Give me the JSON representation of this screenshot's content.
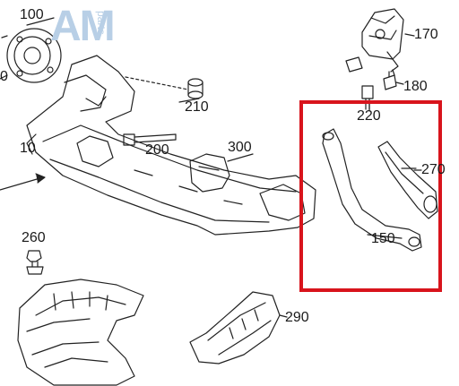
{
  "watermark": {
    "letters": "AM",
    "sub": "parts"
  },
  "highlight": {
    "color": "#d8141c"
  },
  "labels": {
    "p100": "100",
    "p0": "0",
    "p10": "10",
    "p170": "170",
    "p180": "180",
    "p210": "210",
    "p200": "200",
    "p220": "220",
    "p270": "270",
    "p300": "300",
    "p150": "150",
    "p260": "260",
    "p290": "290"
  }
}
